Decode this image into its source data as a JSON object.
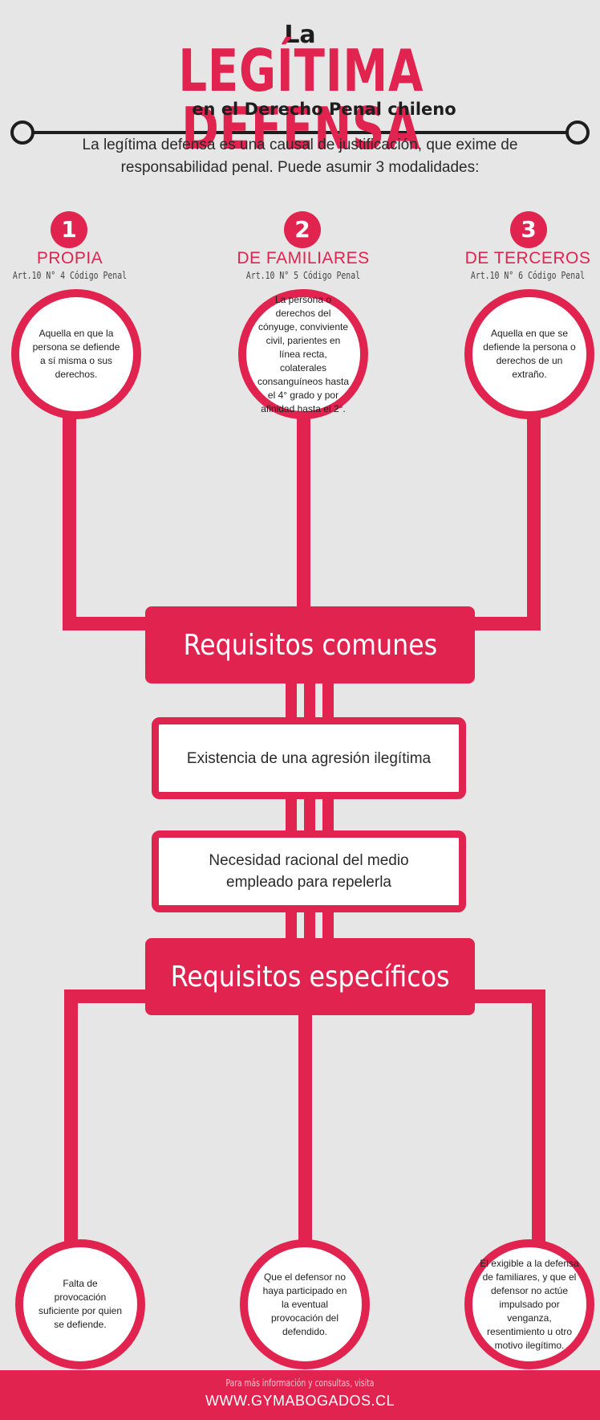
{
  "header": {
    "title_small": "La",
    "title_main": "LEGÍTIMA DEFENSA",
    "subtitle": "en el Derecho Penal chileno",
    "intro": "La legítima defensa es una causal de justificación, que exime de responsabilidad penal. Puede asumir 3 modalidades:"
  },
  "modalities": [
    {
      "number": "1",
      "name": "PROPIA",
      "article": "Art.10 N° 4 Código Penal",
      "description": "Aquella en que la persona se defiende a sí misma o sus derechos."
    },
    {
      "number": "2",
      "name": "DE FAMILIARES",
      "article": "Art.10 N° 5 Código Penal",
      "description": "La persona o derechos del cónyuge, conviviente civil, parientes en línea recta, colaterales consanguíneos hasta el 4° grado y por afinidad hasta el 2°."
    },
    {
      "number": "3",
      "name": "DE TERCEROS",
      "article": "Art.10 N° 6 Código Penal",
      "description": "Aquella en que se defiende la persona o derechos de un extraño."
    }
  ],
  "common": {
    "title": "Requisitos comunes",
    "items": [
      "Existencia de una agresión ilegítima",
      "Necesidad racional del medio empleado para repelerla"
    ]
  },
  "specific": {
    "title": "Requisitos específicos",
    "items": [
      "Falta de provocación suficiente por quien se defiende.",
      "Que el defensor no haya participado en la eventual provocación del defendido.",
      "El exigible a la defensa de familiares, y que el defensor no actúe impulsado por venganza, resentimiento u otro motivo ilegítimo."
    ]
  },
  "footer": {
    "note": "Para más información y consultas, visita",
    "link": "WWW.GYMABOGADOS.CL"
  },
  "colors": {
    "accent": "#e0244f",
    "background": "#e6e6e6",
    "text": "#2a2a2a"
  }
}
